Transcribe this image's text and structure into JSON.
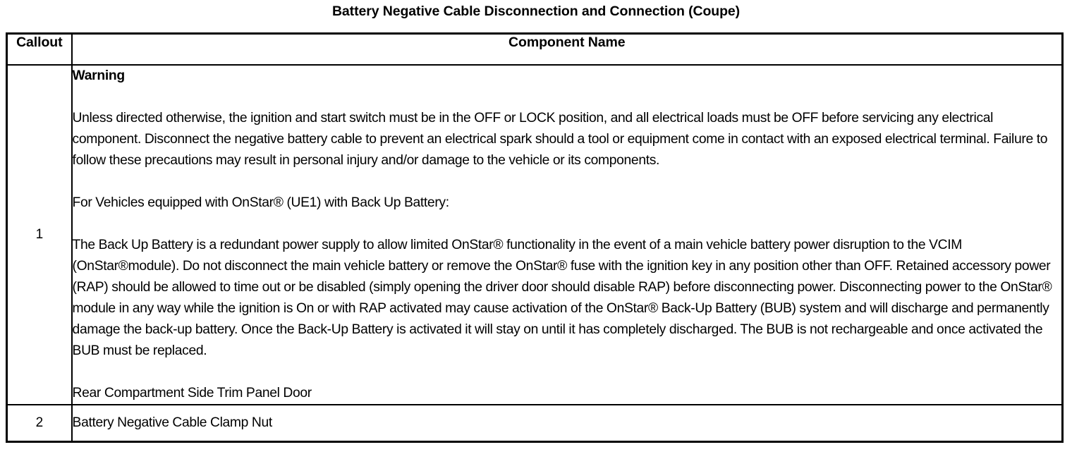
{
  "document": {
    "title": "Battery Negative Cable Disconnection and Connection (Coupe)"
  },
  "table": {
    "headers": {
      "callout": "Callout",
      "component_name": "Component Name"
    },
    "rows": [
      {
        "callout": "1",
        "warning_heading": "Warning",
        "paragraphs": [
          "Unless directed otherwise, the ignition and start switch must be in the OFF or LOCK position, and all electrical loads must be OFF before servicing any electrical component. Disconnect the negative battery cable to prevent an electrical spark should a tool or equipment come in contact with an exposed electrical terminal. Failure to follow these precautions may result in personal injury and/or damage to the vehicle or its components.",
          "For Vehicles equipped with OnStar® (UE1) with Back Up Battery:",
          "The Back Up Battery is a redundant power supply to allow limited OnStar® functionality in the event of a main vehicle battery power disruption to the VCIM (OnStar®module). Do not disconnect the main vehicle battery or remove the OnStar® fuse with the ignition key in any position other than OFF. Retained accessory power (RAP) should be allowed to time out or be disabled (simply opening the driver door should disable RAP) before disconnecting power. Disconnecting power to the OnStar® module in any way while the ignition is On or with RAP activated may cause activation of the OnStar® Back-Up Battery (BUB) system and will discharge and permanently damage the back-up battery. Once the Back-Up Battery is activated it will stay on until it has completely discharged. The BUB is not rechargeable and once activated the BUB must be replaced.",
          "Rear Compartment Side Trim Panel Door"
        ]
      },
      {
        "callout": "2",
        "component_name": "Battery Negative Cable Clamp Nut"
      }
    ]
  },
  "colors": {
    "border": "#000000",
    "text": "#000000",
    "background": "#ffffff"
  }
}
